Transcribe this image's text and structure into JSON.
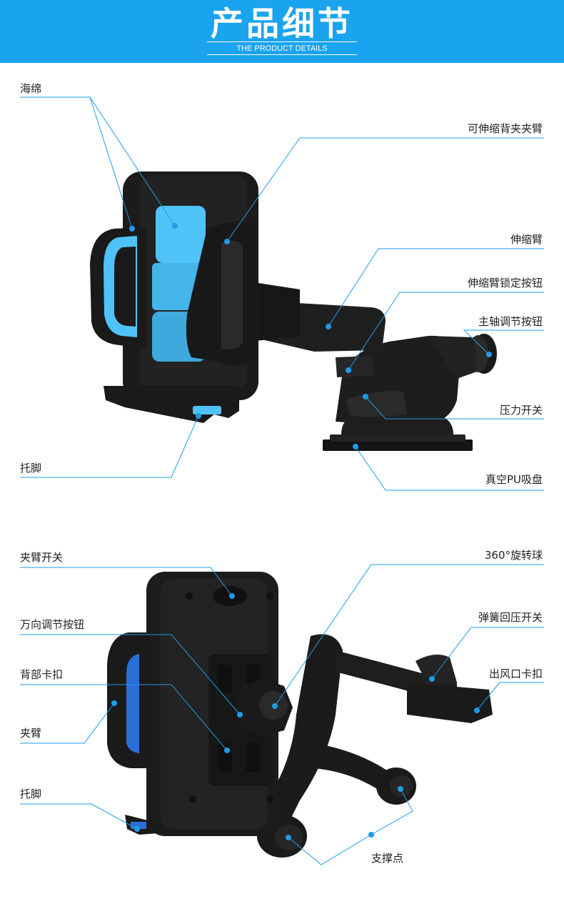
{
  "header": {
    "title": "产品细节",
    "subtitle": "THE PRODUCT DETAILS"
  },
  "colors": {
    "banner": "#1aa3ef",
    "accent": "#4fc3f7",
    "product": "#1c1c1c",
    "callout_line": "#1e9be8"
  },
  "dashboard_mount": {
    "labels": {
      "sponge": "海绵",
      "telescopic_back_clamp_arm": "可伸缩背夹夹臂",
      "telescopic_arm": "伸缩臂",
      "telescopic_arm_lock_button": "伸缩臂锁定按钮",
      "main_axis_adjust_button": "主轴调节按钮",
      "pressure_switch": "压力开关",
      "foot_rest": "托脚",
      "vacuum_pu_suction_cup": "真空PU吸盘"
    }
  },
  "vent_mount": {
    "labels": {
      "clamp_arm_switch": "夹臂开关",
      "ball_360": "360°旋转球",
      "universal_adjust_button": "万向调节按钮",
      "spring_press_switch": "弹簧回压开关",
      "back_buckle": "背部卡扣",
      "vent_clip": "出风口卡扣",
      "clamp_arm": "夹臂",
      "foot_rest": "托脚",
      "support_point": "支撑点"
    }
  }
}
